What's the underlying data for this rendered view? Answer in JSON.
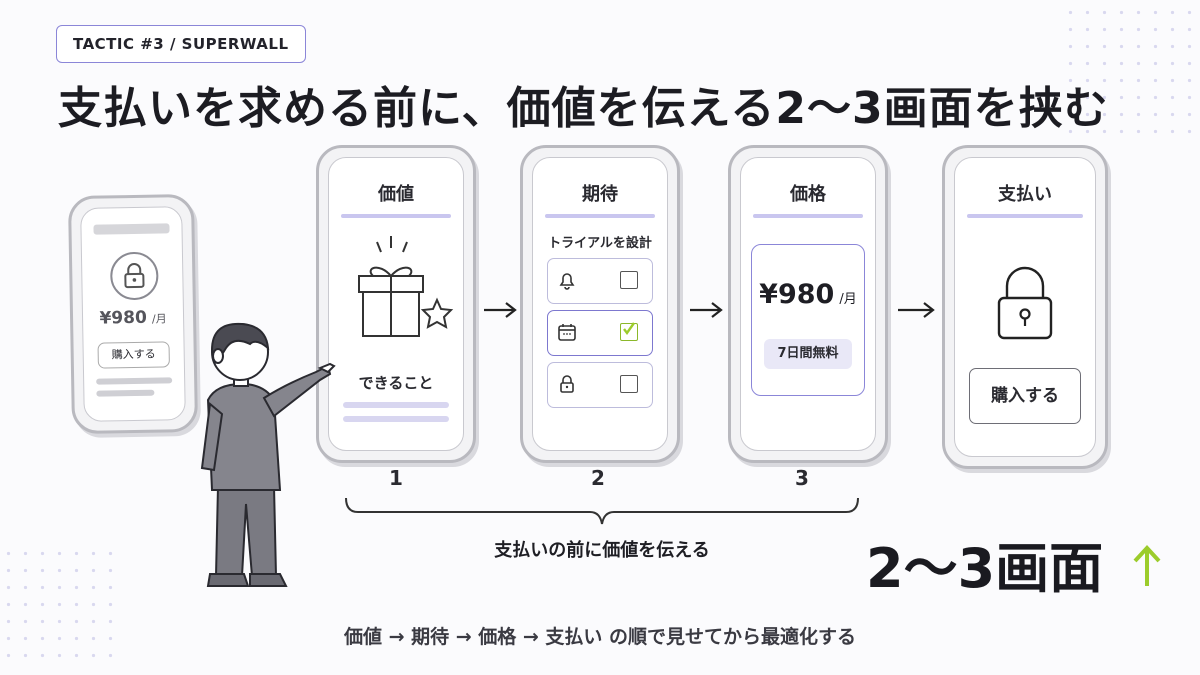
{
  "tag": "TACTIC #3 / SUPERWALL",
  "title": "支払いを求める前に、価値を伝える2〜3画面を挟む",
  "left_phone": {
    "price": "¥980",
    "unit": "/月",
    "button": "購入する"
  },
  "screens": [
    {
      "title": "価値",
      "caption": "できること",
      "step": "1"
    },
    {
      "title": "期待",
      "subtitle": "トライアルを設計",
      "step": "2"
    },
    {
      "title": "価格",
      "price": "¥980",
      "unit": "/月",
      "badge": "7日間無料",
      "step": "3"
    },
    {
      "title": "支払い",
      "button": "購入する"
    }
  ],
  "brace_label": "支払いの前に価値を伝える",
  "big_label": "2〜3画面",
  "footer": "価値 → 期待 → 価格 → 支払い の順で見せてから最適化する",
  "colors": {
    "accent": "#8b86d8",
    "check": "#9ccc2c",
    "arrow_up": "#9ccc2c"
  }
}
